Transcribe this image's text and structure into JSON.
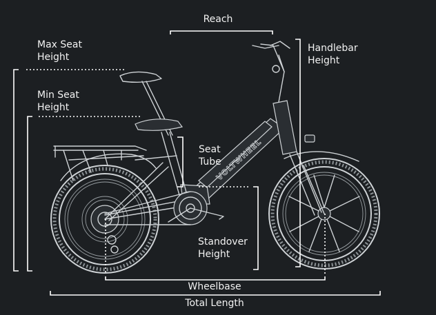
{
  "labels": {
    "reach": "Reach",
    "max_seat_height": [
      "Max Seat",
      "Height"
    ],
    "min_seat_height": [
      "Min Seat",
      "Height"
    ],
    "handlebar_height": [
      "Handlebar",
      "Height"
    ],
    "seat_tube": [
      "Seat",
      "Tube"
    ],
    "standover_height": [
      "Standover",
      "Height"
    ],
    "wheelbase": "Wheelbase",
    "total_length": "Total Length"
  },
  "frame_branding": "VOLTWHEEL",
  "colors": {
    "background": "#1c1f22",
    "line": "#ffffff",
    "bike": "#cfd3d6"
  }
}
